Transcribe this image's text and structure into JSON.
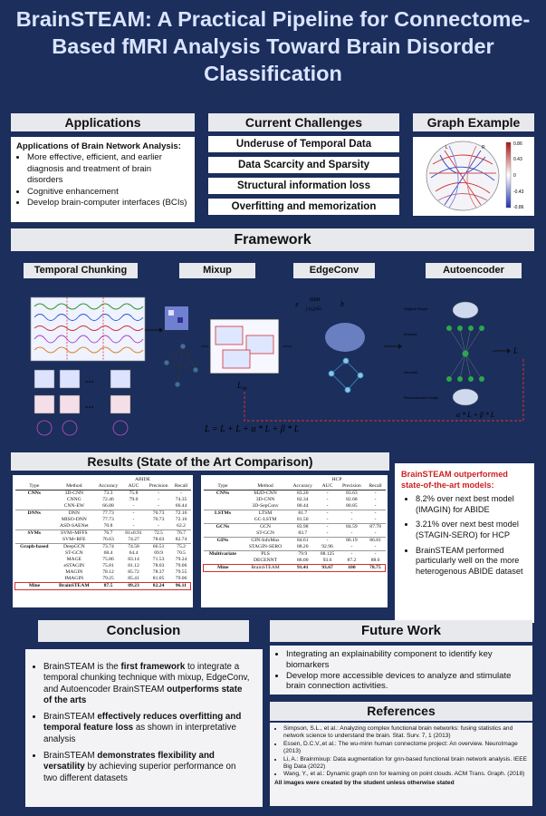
{
  "title": "BrainSTEAM: A Practical Pipeline for Connectome-Based fMRI Analysis Toward Brain Disorder Classification",
  "applications": {
    "header": "Applications",
    "subtitle": "Applications of Brain Network Analysis:",
    "items": [
      "More effective, efficient, and earlier diagnosis and treatment of brain disorders",
      "Cognitive enhancement",
      "Develop brain-computer interfaces (BCIs)"
    ]
  },
  "challenges": {
    "header": "Current Challenges",
    "items": [
      "Underuse of Temporal Data",
      "Data Scarcity and Sparsity",
      "Structural information loss",
      "Overfitting and memorization"
    ]
  },
  "graph_example": {
    "header": "Graph Example",
    "colorbar_ticks": [
      "0.86",
      "0.43",
      "0",
      "-0.43",
      "-0.86"
    ],
    "labels": [
      "L",
      "R"
    ]
  },
  "framework": {
    "header": "Framework",
    "stages": [
      "Temporal Chunking",
      "Mixup",
      "EdgeConv",
      "Autoencoder"
    ],
    "edgeconv_formula_lhs": "x",
    "edgeconv_formula_rhs": "sum",
    "edgeconv_sub": "j:(i,j)∈ε",
    "edgeconv_theta": "h",
    "lm_label": "L",
    "l_label": "L",
    "ae_loss": "α * L + β * L",
    "total_loss": "L = L + L + α * L + β * L",
    "ae_labels": [
      "Original Graph",
      "Encoder",
      "Decoder",
      "Reconstructed Graph"
    ]
  },
  "results": {
    "header": "Results (State of the Art Comparison)",
    "abide_title": "ABIDE",
    "hcp_title": "HCP",
    "columns": [
      "Type",
      "Method",
      "Accuracy",
      "AUC",
      "Precision",
      "Recall"
    ],
    "abide_rows": [
      [
        "CNNs",
        "3D-CNN",
        "73.3",
        "75.8",
        "-",
        "-"
      ],
      [
        "",
        "CNNG",
        "72.46",
        "79.0",
        "-",
        "74.35"
      ],
      [
        "",
        "CNN-EW",
        "66.88",
        "-",
        "-",
        "66.44"
      ],
      [
        "DNNs",
        "DNN",
        "77.73",
        "-",
        "76.73",
        "72.16"
      ],
      [
        "",
        "MISO-DNN",
        "77.73",
        "-",
        "76.73",
        "72.16"
      ],
      [
        "",
        "ASD-SAENet",
        "70.8",
        "-",
        "-",
        "62.2"
      ],
      [
        "SVMs",
        "SVM+MFFS",
        "76.7",
        "81±0.91",
        "72.5",
        "76.7"
      ],
      [
        "",
        "SVM+RFE",
        "76.63",
        "74.27",
        "78.63",
        "82.74"
      ],
      [
        "Graph-based",
        "DeepGCN",
        "73.74",
        "74.58",
        "66.51",
        "75.2"
      ],
      [
        "",
        "ST-GCN",
        "68.4",
        "64.4",
        "69.9",
        "70.5"
      ],
      [
        "",
        "MAGE",
        "75.86",
        "83.14",
        "71.53",
        "79.24"
      ],
      [
        "",
        "eSTAGIN",
        "75.81",
        "81.12",
        "78.03",
        "79.06"
      ],
      [
        "",
        "MAGIN",
        "78.12",
        "85.72",
        "78.37",
        "79.55"
      ],
      [
        "",
        "IMAGIN",
        "79.25",
        "85.41",
        "81.05",
        "79.06"
      ]
    ],
    "abide_mine": [
      "Mine",
      "BrainSTEAM",
      "87.5",
      "89.23",
      "82.24",
      "96.11"
    ],
    "hcp_rows": [
      [
        "CNNs",
        "M2D-CNN",
        "83.20",
        "-",
        "83.63",
        "-"
      ],
      [
        "",
        "3D-CNN",
        "82.34",
        "-",
        "82.68",
        "-"
      ],
      [
        "",
        "3D-SepConv",
        "80.44",
        "-",
        "80.85",
        "-"
      ],
      [
        "LSTMs",
        "LTSM",
        "81.7",
        "-",
        "-",
        "-"
      ],
      [
        "",
        "GC-LSTM",
        "81.50",
        "-",
        "-",
        "-"
      ],
      [
        "GCNs",
        "GCN",
        "83.98",
        "-",
        "84.59",
        "87.78"
      ],
      [
        "",
        "ST-GCN",
        "83.7",
        "-",
        "-",
        "-"
      ],
      [
        "GINs",
        "GIN-InfoMax",
        "84.61",
        "-",
        "86.19",
        "86.81"
      ],
      [
        "",
        "STAGIN-SERO",
        "88.20",
        "92.96",
        "-",
        "-"
      ],
      [
        "Multivariate",
        "PLS",
        "79.9",
        "88.125",
        "-",
        "-"
      ],
      [
        "",
        "DECENNT",
        "86.00",
        "93.6",
        "87.2",
        "88.6"
      ]
    ],
    "hcp_mine": [
      "Mine",
      "BrainSTEAM",
      "91.41",
      "93.67",
      "100",
      "78.75"
    ]
  },
  "sota": {
    "headline": "BrainSTEAM outperformed state-of-the-art models:",
    "items": [
      "8.2% over next best model (IMAGIN) for ABIDE",
      "3.21% over next best model (STAGIN-SERO) for HCP",
      "BrainSTEAM performed particularly well on the more heterogenous ABIDE dataset"
    ]
  },
  "conclusion": {
    "header": "Conclusion",
    "p1_a": "BrainSTEAM is the ",
    "p1_b": "first framework",
    "p1_c": " to integrate a temporal chunking technique with mixup, EdgeConv, and Autoencoder BrainSTEAM ",
    "p1_d": "outperforms state of the arts",
    "p2_a": "BrainSTEAM ",
    "p2_b": "effectively reduces overfitting and temporal feature loss",
    "p2_c": " as shown in interpretative analysis",
    "p3_a": "BrainSTEAM ",
    "p3_b": "demonstrates flexibility and versatility",
    "p3_c": " by achieving superior performance on two different datasets"
  },
  "future": {
    "header": "Future Work",
    "items": [
      "Integrating an explainability component to identify key biomarkers",
      "Develop more accessible devices to analyze and stimulate brain connection activities."
    ]
  },
  "references": {
    "header": "References",
    "items": [
      "Simpson, S.L., et al.: Analyzing complex functional brain networks: fusing statistics and network science to understand the brain. Stat. Surv. 7, 1 (2013)",
      "Essen, D.C.V.,et al.: The wu-minn human connectome project: An overview. NeuroImage (2013)",
      "Li, A.: Brainmixup: Data augmentation for gnn-based functional brain network analysis. IEEE Big Data (2022)",
      "Wang, Y., et al.: Dynamic graph cnn for learning on point clouds. ACM Trans. Graph. (2018)"
    ],
    "note": "All images were created by the student unless otherwise stated"
  }
}
